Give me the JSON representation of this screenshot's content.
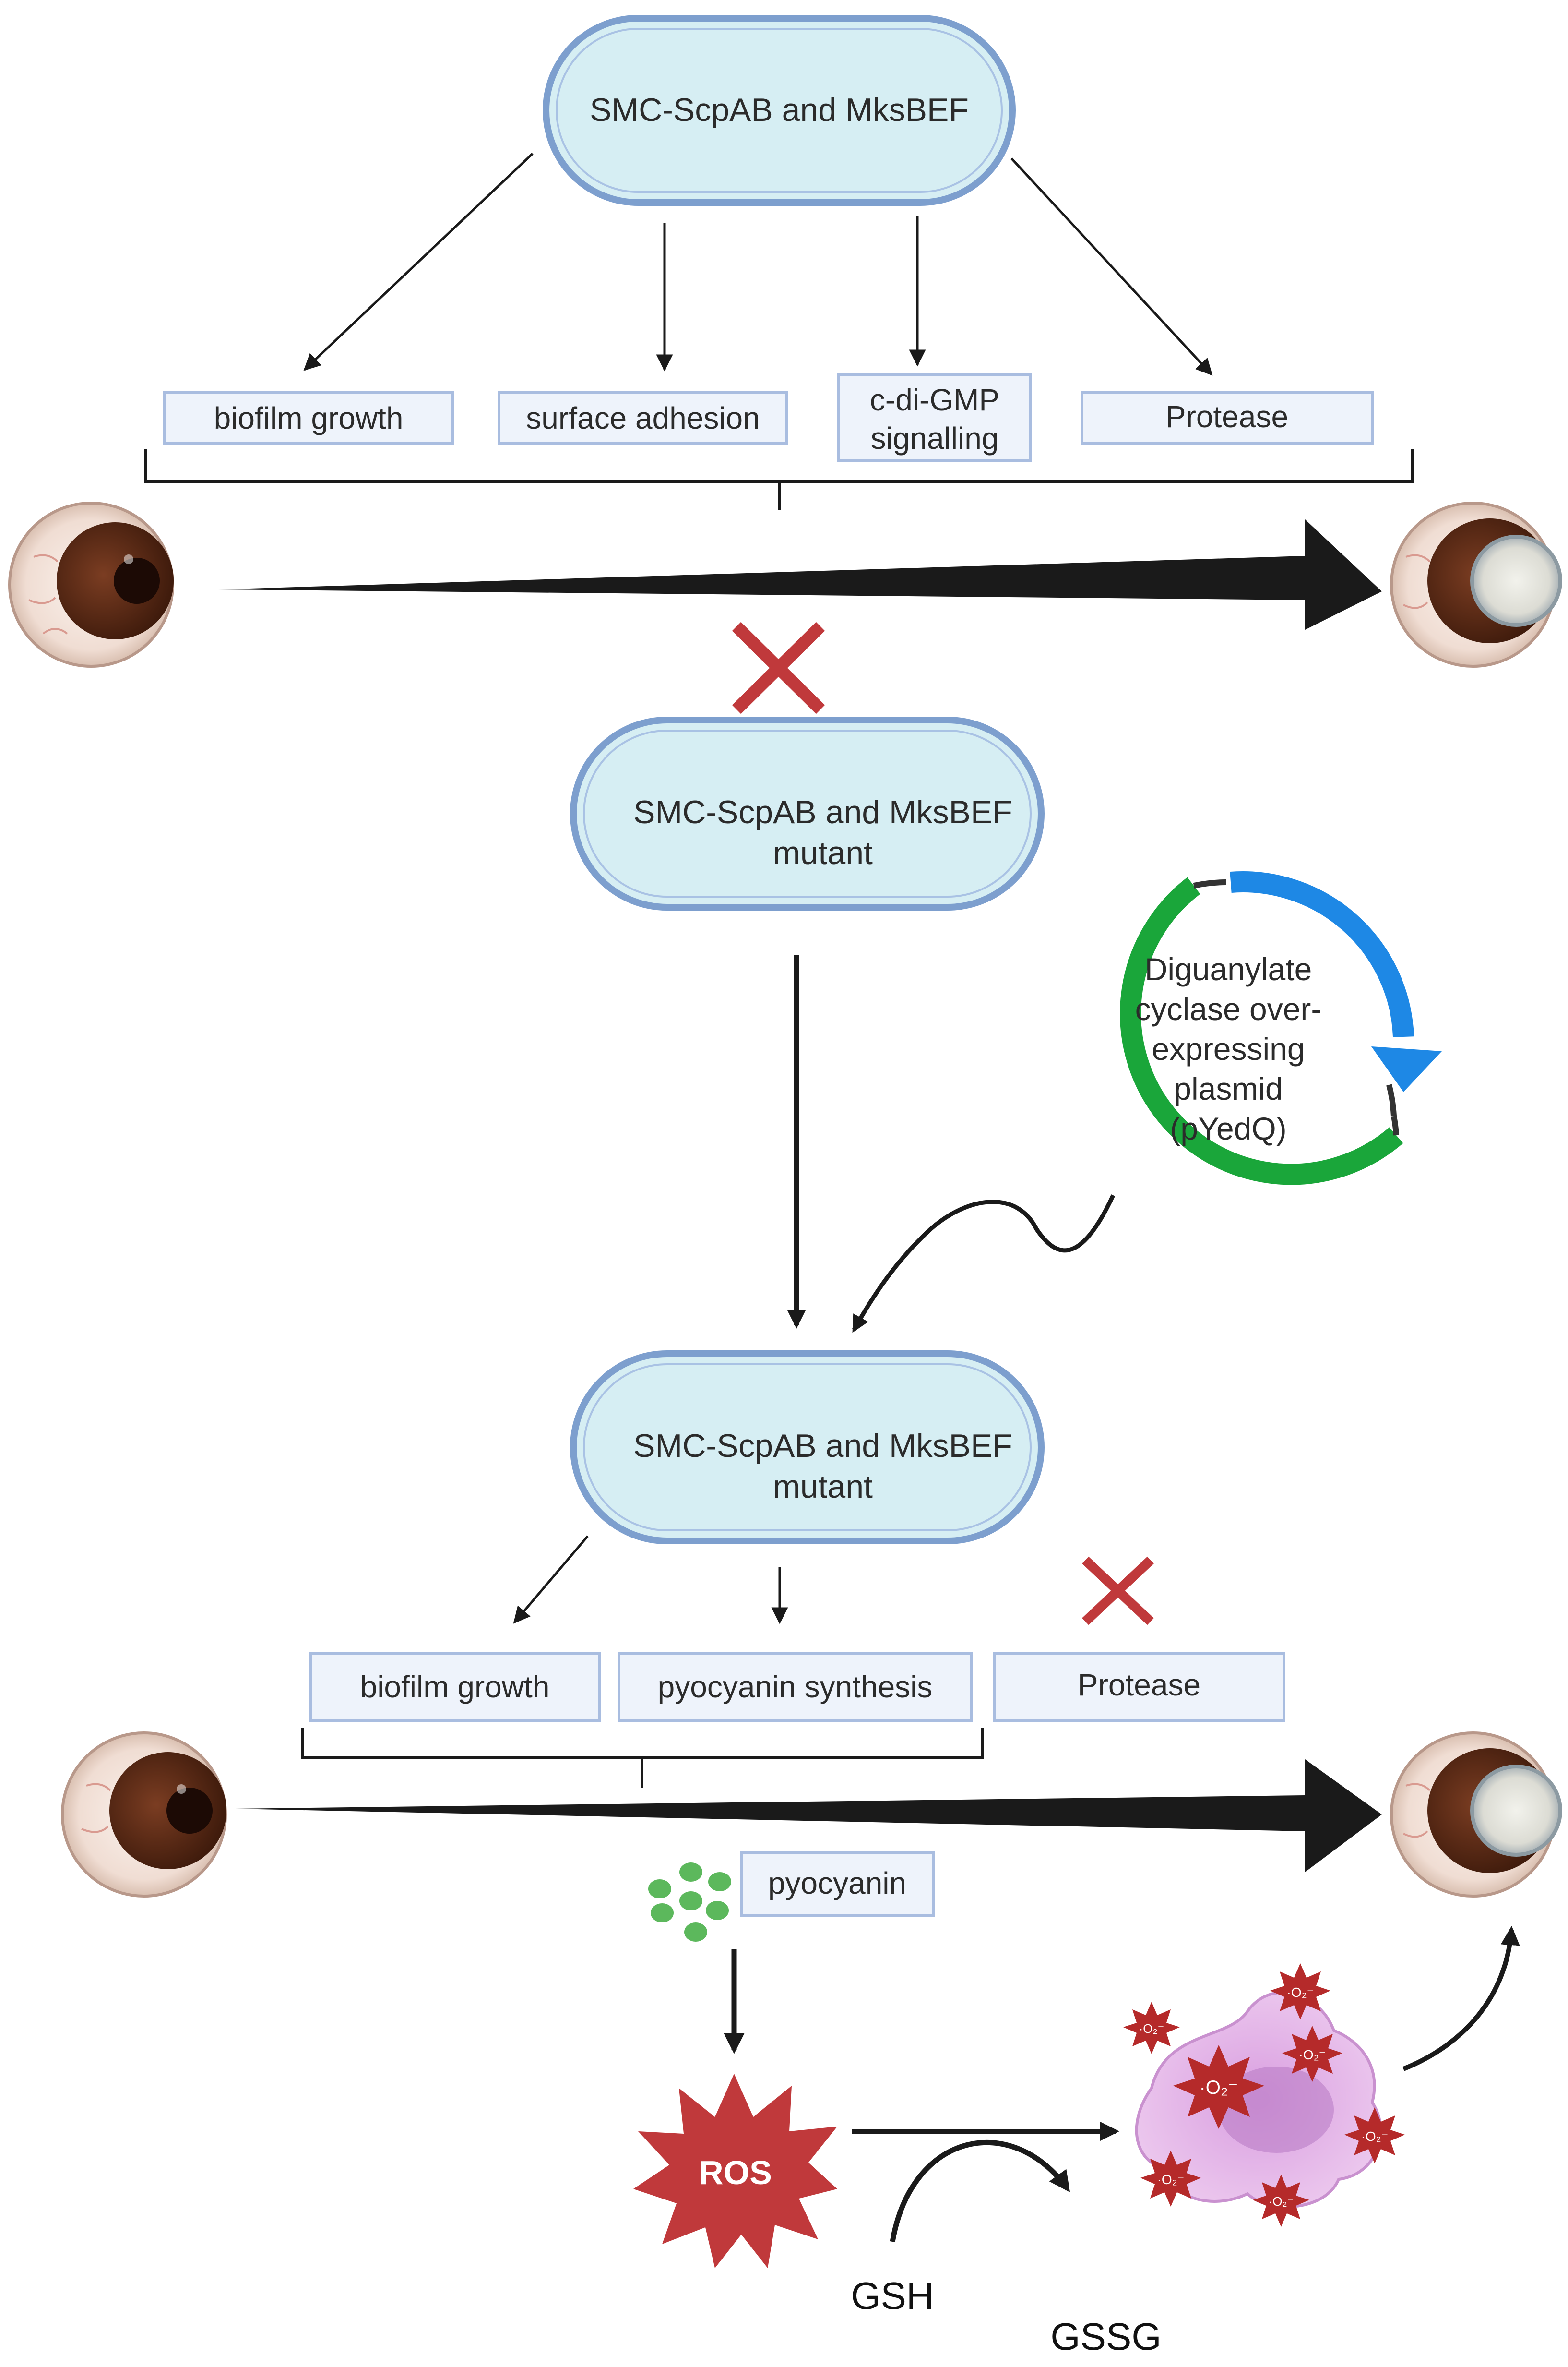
{
  "colors": {
    "cell_fill": "#d6eef3",
    "cell_border": "#7d9fce",
    "box_fill": "#eef3fb",
    "box_border": "#a9bde0",
    "cross": "#c0393b",
    "arrow": "#1a1a1a",
    "plasmid_green": "#1aa63a",
    "plasmid_blue": "#1e88e5",
    "pyocyanin_dots": "#5cb85c",
    "ros": "#c0393b",
    "macrophage": "#e5b8e8",
    "superoxide": "#b52a2a"
  },
  "top": {
    "cell_label": "SMC-ScpAB and MksBEF",
    "targets": {
      "biofilm": "biofilm growth",
      "adhesion": "surface adhesion",
      "cdigmp_1": "c-di-GMP",
      "cdigmp_2": "signalling",
      "protease": "Protease"
    }
  },
  "mutant": {
    "line1": "SMC-ScpAB and MksBEF",
    "line2": "mutant"
  },
  "plasmid": {
    "lines": [
      "Diguanylate",
      "cyclase over-",
      "expressing",
      "plasmid",
      "(pYedQ)"
    ]
  },
  "rescued": {
    "line1": "SMC-ScpAB and MksBEF",
    "line2": "mutant",
    "targets": {
      "biofilm": "biofilm growth",
      "pyocyanin_synthesis": "pyocyanin synthesis",
      "protease": "Protease"
    }
  },
  "pyocyanin": {
    "label": "pyocyanin"
  },
  "ros": {
    "label": "ROS"
  },
  "superoxide": {
    "label": "·O₂⁻"
  },
  "glutathione": {
    "reduced": "GSH",
    "oxidized": "GSSG"
  },
  "icons": {
    "eye": "eye-icon",
    "damaged_eye": "infected-eye-icon",
    "cross": "cross-icon",
    "plasmid": "plasmid-icon",
    "pyocyanin": "molecule-dots-icon",
    "ros": "starburst-icon",
    "macrophage": "macrophage-cell-icon",
    "superoxide": "superoxide-burst-icon"
  }
}
